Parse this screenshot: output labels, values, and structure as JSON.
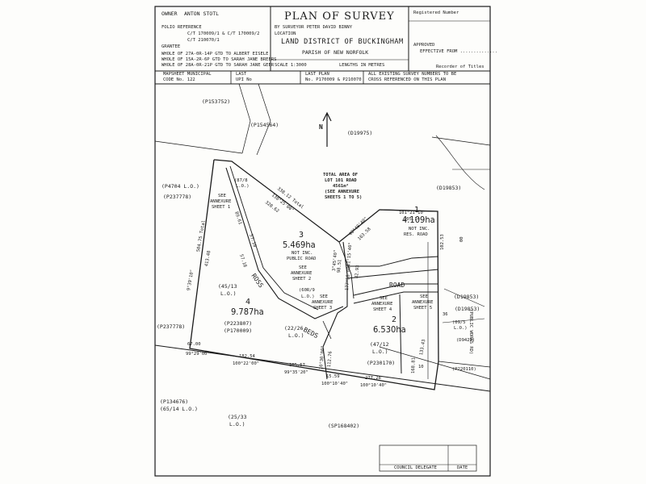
{
  "header": {
    "owner_label": "OWNER",
    "owner_value": "ANTON  STOTL",
    "folio_label": "FOLIO REFERENCE",
    "folio_value1": "C/T 170009/1 & C/T 170009/2",
    "folio_value2": "C/T 210070/1",
    "grantee_label": "GRANTEE",
    "grantee_lines": [
      "WHOLE OF 27A-0R-14P GTD TO ALBERT EISELE",
      "WHOLE OF 15A-2R-6P GTD TO SARAH JANE BREERS",
      "WHOLE OF 28A-0R-21P GTD TO SARAH JANE GEER"
    ],
    "title": "PLAN OF SURVEY",
    "surveyor_line": "BY SURVEYOR   PETER DAVID BINNY",
    "location_label": "LOCATION",
    "land_district": "LAND DISTRICT OF BUCKINGHAM",
    "parish": "PARISH OF NEW NORFOLK",
    "scale": "SCALE 1:3000",
    "lengths": "LENGTHS IN METRES",
    "registered_number": "Registered Number",
    "approved": "APPROVED",
    "effective_from": "EFFECTIVE FROM ..............",
    "recorder": "Recorder of Titles",
    "mapsheet_label": "MAPSHEET MUNICIPAL",
    "mapsheet_value": "CODE No. 122",
    "last_upi_label": "LAST",
    "last_upi_value": "UPI No",
    "last_plan_label": "LAST PLAN",
    "last_plan_value": "No. P170009 & P210070",
    "cross_ref1": "ALL EXISTING SURVEY NUMBERS TO BE",
    "cross_ref2": "CROSS REFERENCED ON THIS PLAN"
  },
  "plan": {
    "north": "N",
    "total_area": [
      "TOTAL AREA OF",
      "LOT 101 ROAD",
      "4561m²",
      "(SEE ANNEXURE",
      "SHEETS 1 TO 5)"
    ],
    "lots": [
      {
        "number": "1",
        "area": "4.109ha",
        "note": [
          "NOT INC.",
          "RES. ROAD"
        ]
      },
      {
        "number": "2",
        "area": "6.530ha",
        "note": []
      },
      {
        "number": "3",
        "area": "5.469ha",
        "note": [
          "NOT INC.",
          "PUBLIC ROAD"
        ]
      },
      {
        "number": "4",
        "area": "9.787ha",
        "note": []
      }
    ],
    "refs": {
      "p153752": "(P153752)",
      "p154564": "(P154564)",
      "d19975": "(D19975)",
      "p4704": "(P4704 L.O.)",
      "p237778a": "(P237778)",
      "p237778b": "(P237778)",
      "d19853a": "(D19853)",
      "d19853b": "(D19853)",
      "d19853c": "(D19853)",
      "l8778": "(87/8",
      "l8778b": "L.O.)",
      "l4513a": "(45/13",
      "l4513b": "L.O.)",
      "p223807": "(P223807)",
      "p170009": "(P170009)",
      "l2226a": "(22/26",
      "l2226b": "L.O.)",
      "l6009a": "(60R/9",
      "l6009b": "L.O.)",
      "l4712a": "(47/12",
      "l4712b": "L.O.)",
      "p230170": "(P230170)",
      "l0965a": "(09/5",
      "l0965b": "L.O.)",
      "d9429": "(D9429)",
      "p220110": "(P220110)",
      "p134676": "(P134676)",
      "l6514": "(65/14 L.O.)",
      "l2533a": "(25/33",
      "l2533b": "L.O.)",
      "sp168402": "(SP168402)"
    },
    "annexures": {
      "a1": [
        "SEE",
        "ANNEXURE",
        "SHEET 1"
      ],
      "a2": [
        "SEE",
        "ANNEXURE",
        "SHEET 2"
      ],
      "a3": [
        "SEE",
        "ANNEXURE",
        "SHEET 3"
      ],
      "a4": [
        "SEE",
        "ANNEXURE",
        "SHEET 4"
      ],
      "a5": [
        "SEE",
        "ANNEXURE",
        "SHEET 5"
      ]
    },
    "roads": {
      "ross": "ROSS",
      "beds": "BEDS",
      "road": "ROAD",
      "public_works": "(PUBLIC WORKS RD)"
    },
    "dims": {
      "d33812": "338.12 Total",
      "d13825": "138°25'00\"",
      "d32862": "328.62",
      "d50475": "504.75 Total",
      "d41348": "413.48",
      "d9239": "9°39'10\"",
      "d6700": "67.00",
      "d9929": "99°29'00\"",
      "d18254": "182.54",
      "d10022": "100°22'00\"",
      "d10557": "105.57",
      "d9935": "99°35'20\"",
      "d1559": "15.59",
      "d10040": "100°10'40\"",
      "d27728": "277.28",
      "d10010": "100°10'40\"",
      "d4040": "40°40'40\"",
      "d16358": "163.58",
      "d10121": "101°21'10\"",
      "d20514": "205.14",
      "d10253": "102.53",
      "d00": "00",
      "d8293": "82.93",
      "d17758": "177°58'00\"",
      "d11276": "112.76",
      "d10630": "10°30'00\"",
      "d9851": "98.51",
      "d3": "3°45'40\"",
      "d11": "11°15'40\"",
      "d36": "36",
      "d18681": "168.81",
      "d10": "10",
      "d13343": "133.43",
      "d5718": "57.18",
      "d8": "89.61",
      "d5710": "57.10"
    },
    "council": "COUNCIL DELEGATE",
    "date": "DATE"
  }
}
